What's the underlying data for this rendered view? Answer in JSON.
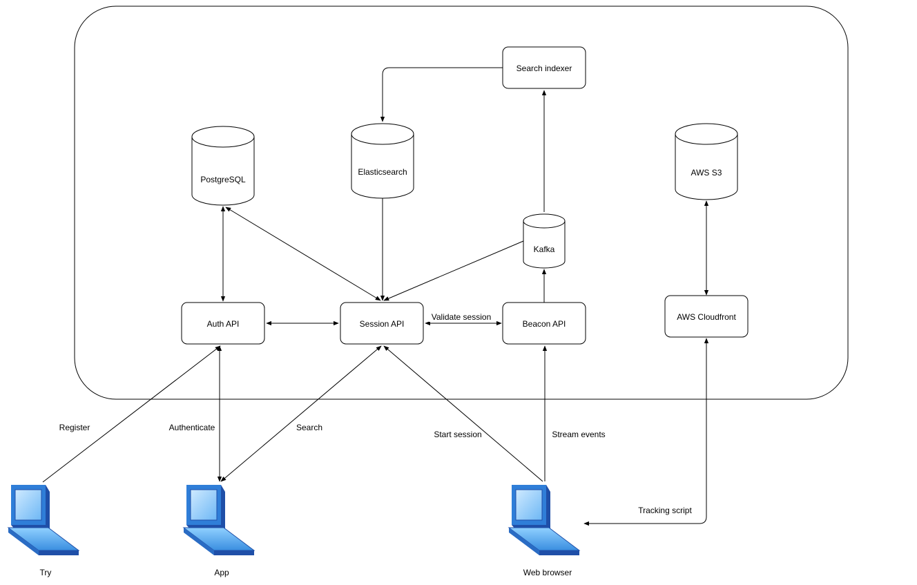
{
  "nodes": {
    "search_indexer": "Search indexer",
    "elasticsearch": "Elasticsearch",
    "postgresql": "PostgreSQL",
    "kafka": "Kafka",
    "aws_s3": "AWS S3",
    "auth_api": "Auth API",
    "session_api": "Session API",
    "beacon_api": "Beacon API",
    "aws_cloudfront": "AWS Cloudfront"
  },
  "clients": {
    "try": "Try",
    "app": "App",
    "web_browser": "Web browser"
  },
  "edges": {
    "validate_session": "Validate session",
    "register": "Register",
    "authenticate": "Authenticate",
    "search": "Search",
    "start_session": "Start session",
    "stream_events": "Stream events",
    "tracking_script": "Tracking script"
  },
  "colors": {
    "laptop_frame": "#2f7ed8",
    "laptop_dark": "#1f4fa8",
    "laptop_light": "#9fd2ff",
    "line": "#000000"
  },
  "icons": {
    "client": "laptop-icon"
  }
}
